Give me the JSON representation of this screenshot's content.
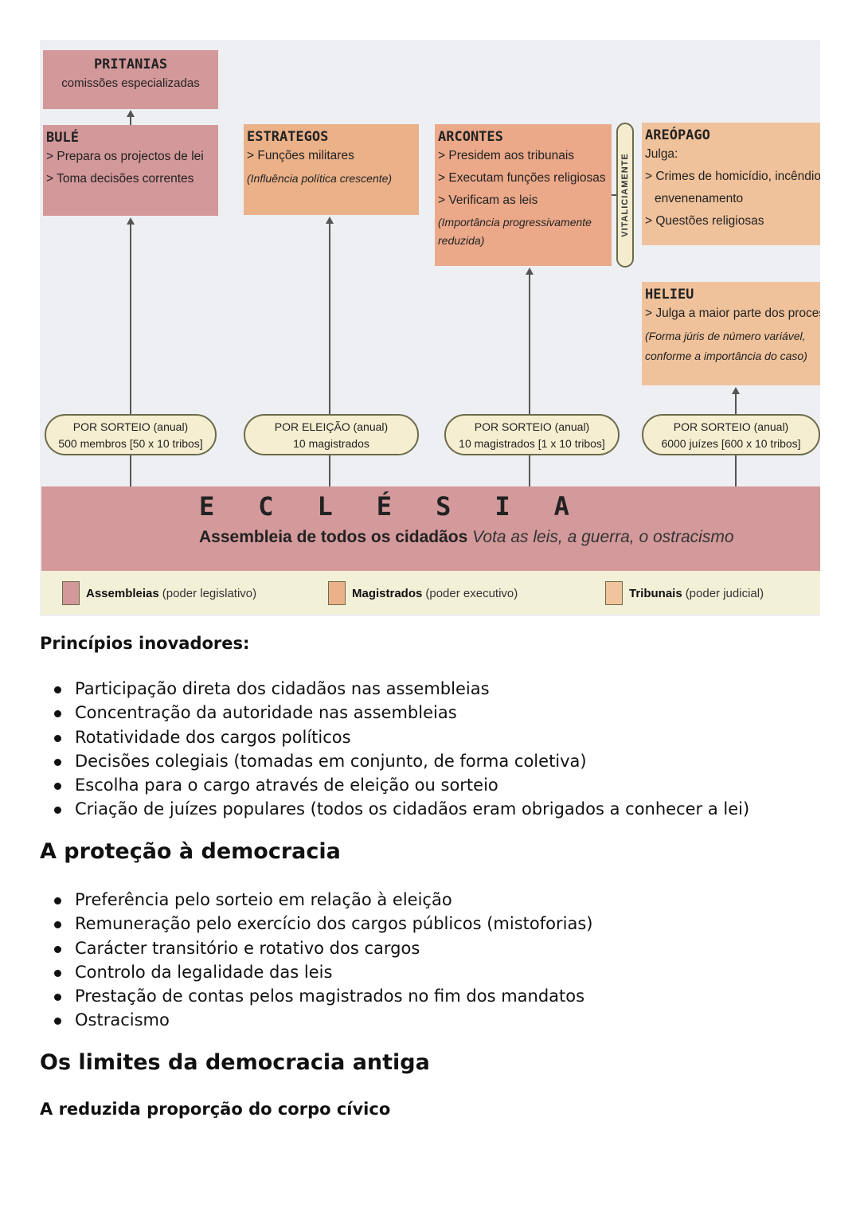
{
  "diagram": {
    "pritanias": {
      "title": "PRITANIAS",
      "sub": "comissões especializadas"
    },
    "bule": {
      "title": "BULÉ",
      "lines": [
        "> Prepara os projectos de lei",
        "> Toma decisões correntes"
      ]
    },
    "estrategos": {
      "title": "ESTRATEGOS",
      "lines": [
        "> Funções militares"
      ],
      "note": "(Influência política crescente)"
    },
    "arcontes": {
      "title": "ARCONTES",
      "lines": [
        "> Presidem aos tribunais",
        "> Executam funções religiosas",
        "> Verificam as leis"
      ],
      "note1": "(Importância progressivamente",
      "note2": "reduzida)"
    },
    "vitaliciamente": "VITALICIAMENTE",
    "areopago": {
      "title": "AREÓPAGO",
      "lines": [
        "Julga:",
        "> Crimes de homicídio, incêndio e",
        "  envenenamento",
        "> Questões religiosas"
      ]
    },
    "helieu": {
      "title": "HELIEU",
      "lines": [
        "> Julga a maior parte dos processos"
      ],
      "note1": "(Forma júris de número variável,",
      "note2": "conforme a importância do caso)"
    },
    "pills": [
      {
        "l1": "POR SORTEIO (anual)",
        "l2": "500 membros [50 x 10 tribos]"
      },
      {
        "l1": "POR ELEIÇÃO (anual)",
        "l2": "10 magistrados"
      },
      {
        "l1": "POR SORTEIO (anual)",
        "l2": "10 magistrados [1 x 10 tribos]"
      },
      {
        "l1": "POR SORTEIO (anual)",
        "l2": "6000 juízes [600 x 10 tribos]"
      }
    ],
    "eclesia": {
      "title": "ECLÉSIA",
      "sub_bold": "Assembleia de todos os cidadãos",
      "sub_italic": "Vota as leis, a guerra, o ostracismo"
    },
    "legend": [
      {
        "bold": "Assembleias",
        "rest": "(poder legislativo)",
        "color": "#d3989a"
      },
      {
        "bold": "Magistrados",
        "rest": "(poder executivo)",
        "color": "#ebb189"
      },
      {
        "bold": "Tribunais",
        "rest": "(poder judicial)",
        "color": "#f0c49c"
      }
    ]
  },
  "section1": {
    "heading": "Princípios inovadores:",
    "items": [
      "Participação direta dos cidadãos nas assembleias",
      "Concentração da autoridade nas assembleias",
      "Rotatividade dos cargos políticos",
      "Decisões colegiais (tomadas em conjunto, de forma coletiva)",
      "Escolha para o cargo através de eleição ou sorteio",
      "Criação de juízes populares (todos os cidadãos eram obrigados a conhecer a lei)"
    ]
  },
  "section2": {
    "heading": "A proteção à democracia",
    "items": [
      "Preferência pelo sorteio em relação à eleição",
      "Remuneração pelo exercício dos cargos públicos (mistoforias)",
      "Carácter transitório e rotativo dos cargos",
      "Controlo da legalidade das leis",
      "Prestação de contas pelos magistrados no fim dos mandatos",
      "Ostracismo"
    ]
  },
  "section3": {
    "heading": "Os limites da democracia antiga",
    "subheading": "A reduzida proporção do corpo cívico"
  }
}
